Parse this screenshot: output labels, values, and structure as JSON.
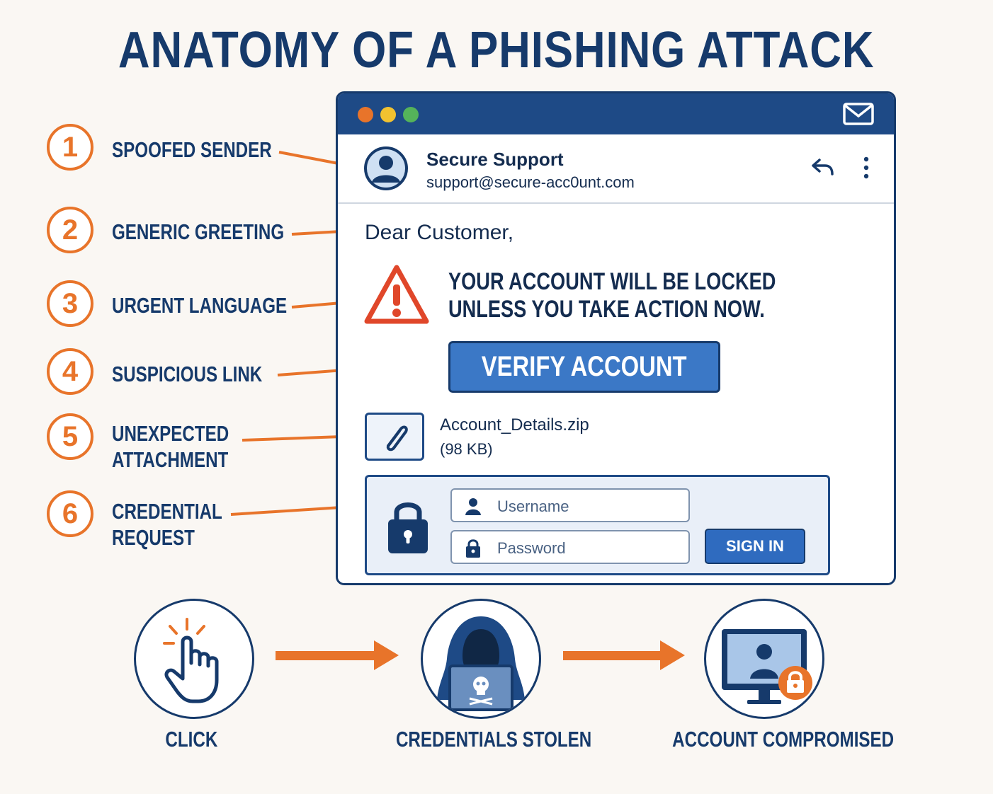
{
  "title": "ANATOMY OF A PHISHING ATTACK",
  "callouts": [
    {
      "number": "1",
      "lines": [
        "SPOOFED SENDER"
      ]
    },
    {
      "number": "2",
      "lines": [
        "GENERIC GREETING"
      ]
    },
    {
      "number": "3",
      "lines": [
        "URGENT LANGUAGE"
      ]
    },
    {
      "number": "4",
      "lines": [
        "SUSPICIOUS LINK"
      ]
    },
    {
      "number": "5",
      "lines": [
        "UNEXPECTED",
        "ATTACHMENT"
      ]
    },
    {
      "number": "6",
      "lines": [
        "CREDENTIAL",
        "REQUEST"
      ]
    }
  ],
  "email": {
    "sender_name": "Secure Support",
    "sender_email": "support@secure-acc0unt.com",
    "greeting": "Dear Customer,",
    "urgent_lines": [
      "YOUR ACCOUNT WILL BE LOCKED",
      "UNLESS YOU TAKE ACTION NOW."
    ],
    "verify_label": "VERIFY ACCOUNT",
    "attachment_name": "Account_Details.zip",
    "attachment_size": "(98 KB)",
    "username_placeholder": "Username",
    "password_placeholder": "Password",
    "signin_label": "SIGN IN"
  },
  "flow": [
    {
      "label": "CLICK",
      "icon": "pointer-hand-icon"
    },
    {
      "label": "CREDENTIALS STOLEN",
      "icon": "hacker-icon"
    },
    {
      "label": "ACCOUNT COMPROMISED",
      "icon": "locked-monitor-icon"
    }
  ],
  "colors": {
    "navy": "#163a6b",
    "accent_orange": "#e8742a",
    "button_blue": "#3b78c6",
    "warning_red": "#e0472a"
  }
}
